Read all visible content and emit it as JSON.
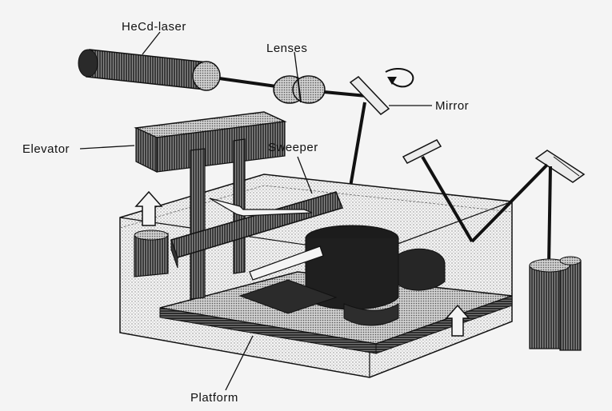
{
  "labels": {
    "laser": "HeCd-laser",
    "lenses": "Lenses",
    "mirror": "Mirror",
    "elevator": "Elevator",
    "sweeper": "Sweeper",
    "platform": "Platform"
  },
  "colors": {
    "background": "#f4f4f4",
    "ink": "#111111",
    "stipple": "#9a9a9a"
  }
}
